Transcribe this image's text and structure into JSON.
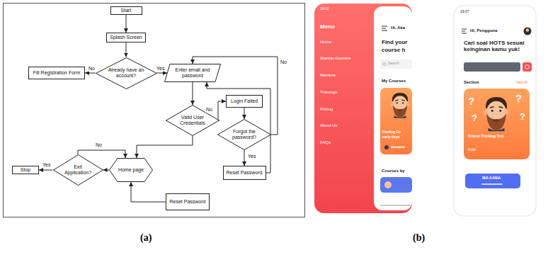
{
  "diagram": {
    "nodes": [
      {
        "text": [
          "Start"
        ]
      },
      {
        "text": [
          "Splash Screen"
        ]
      },
      {
        "text": [
          "Fill Registration Form"
        ]
      },
      {
        "text": [
          "Already have an account?"
        ]
      },
      {
        "text": [
          "Enter email and password"
        ]
      },
      {
        "text": [
          "Valid User Credentials"
        ]
      },
      {
        "text": [
          "Login Failed"
        ]
      },
      {
        "text": [
          "Forgot the password?"
        ]
      },
      {
        "text": [
          "Reset Password"
        ]
      },
      {
        "text": [
          "Home page"
        ]
      },
      {
        "text": [
          "Exit Application?"
        ]
      },
      {
        "text": [
          "Stop"
        ]
      },
      {
        "text": [
          "Reset Password"
        ]
      }
    ],
    "edges": [
      {
        "from": 0,
        "to": 1,
        "arrow": "to"
      },
      {
        "from": 1,
        "to": 3,
        "arrow": "to"
      },
      {
        "from": 3,
        "to": 2,
        "label": "No",
        "arrow": "to"
      },
      {
        "from": 3,
        "to": 4,
        "label": "Yes",
        "arrow": "to"
      },
      {
        "from": 4,
        "to": 5,
        "arrow": "to"
      },
      {
        "from": 5,
        "to": 6,
        "label": "No",
        "arrow": "to"
      },
      {
        "from": 6,
        "to": 7,
        "arrow": "to"
      },
      {
        "from": 7,
        "to": 8,
        "label": "Yes",
        "arrow": "to"
      },
      {
        "from": 7,
        "to": 4,
        "label": "No",
        "arrow": "to"
      },
      {
        "from": 8,
        "to": 4,
        "arrow": "to"
      },
      {
        "from": 5,
        "to": 9,
        "arrow": "to"
      },
      {
        "from": 9,
        "to": 10,
        "arrow": "to"
      },
      {
        "from": 10,
        "to": 11,
        "label": "Yes",
        "arrow": "to"
      },
      {
        "from": 10,
        "to": 9,
        "label": "No",
        "arrow": "to"
      },
      {
        "from": 12,
        "to": 9,
        "arrow": "to"
      }
    ],
    "labels": [
      "(a)",
      "(b)",
      "19:02",
      "Menu",
      "Home",
      "Startup Courses",
      "Mentors",
      "Trainings",
      "Pricing",
      "About Us",
      "FAQs",
      "Hi, Aka",
      "Find your",
      "course h",
      "Search",
      "My Courses",
      "Finding Co",
      "early days",
      "Courses by",
      "19:07",
      "Hi, Pengguna",
      "Cari soal HOTS sesuai keinginan kamu yuk!",
      "Section",
      "View All",
      "Critical Thinking Test",
      "Mulai",
      "MIA KANIA",
      "?",
      "?",
      "?",
      "?"
    ]
  }
}
